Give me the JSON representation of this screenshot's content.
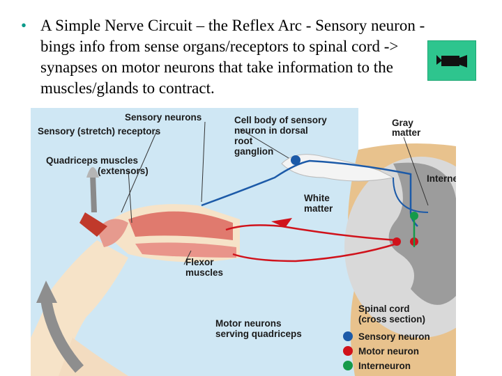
{
  "slide": {
    "bullet_text": "A Simple Nerve Circuit – the Reflex Arc - Sensory neuron - bings info from sense organs/receptors to spinal cord -> synapses on motor neurons that take information to the muscles/glands to contract."
  },
  "icons": {
    "bullet": "bullet-dot",
    "video": "video-camera-icon"
  },
  "colors": {
    "bullet": "#0a9a8a",
    "video_button": "#2ec58e",
    "sensory": "#1c5aa8",
    "motor": "#d0121b",
    "interneuron": "#159a4a",
    "muscle": "#e07a6e"
  },
  "diagram": {
    "labels": {
      "sensory_neurons": "Sensory neurons",
      "stretch_receptors": "Sensory (stretch) receptors",
      "quadriceps_1": "Quadriceps muscles",
      "quadriceps_2": "(extensors)",
      "cell_body_1": "Cell body of sensory",
      "cell_body_2": "neuron in dorsal",
      "cell_body_3": "root",
      "cell_body_4": "ganglion",
      "gray_1": "Gray",
      "gray_2": "matter",
      "interneurons": "Interneurons",
      "white_1": "White",
      "white_2": "matter",
      "flexor_1": "Flexor",
      "flexor_2": "muscles",
      "spinal_1": "Spinal cord",
      "spinal_2": "(cross section)",
      "motor_1": "Motor neurons",
      "motor_2": "serving quadriceps"
    },
    "legend": [
      {
        "label": "Sensory neuron",
        "color": "#1c5aa8"
      },
      {
        "label": "Motor neuron",
        "color": "#d0121b"
      },
      {
        "label": "Interneuron",
        "color": "#159a4a"
      }
    ]
  }
}
